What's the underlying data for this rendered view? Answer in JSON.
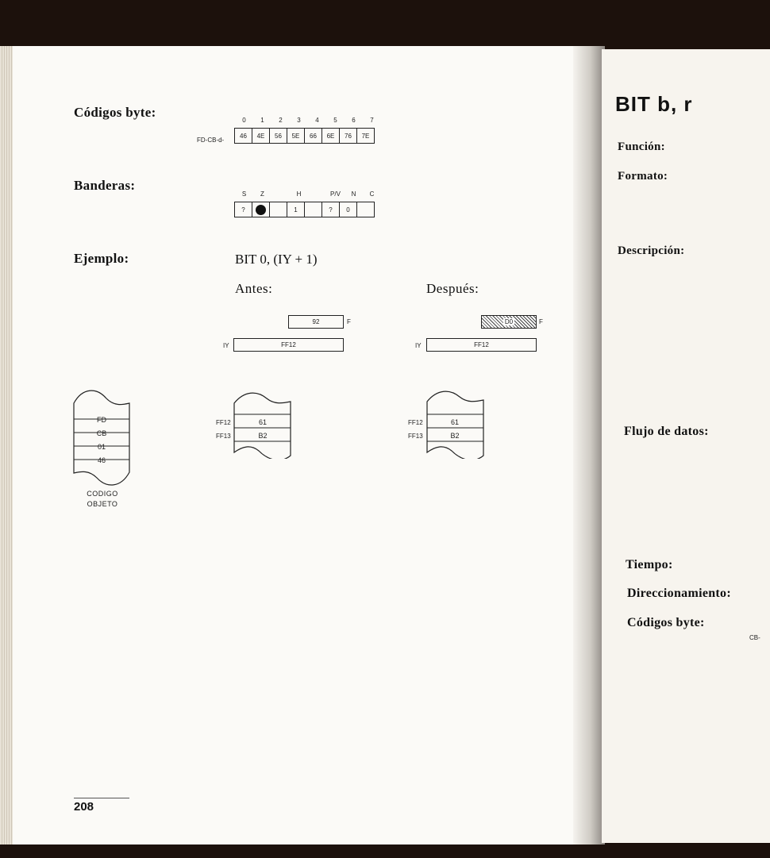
{
  "left_page": {
    "codigos_label": "Códigos byte:",
    "banderas_label": "Banderas:",
    "ejemplo_label": "Ejemplo:",
    "prefix": "FD-CB-d-",
    "byte_columns": [
      "0",
      "1",
      "2",
      "3",
      "4",
      "5",
      "6",
      "7"
    ],
    "byte_codes": [
      "46",
      "4E",
      "56",
      "5E",
      "66",
      "6E",
      "76",
      "7E"
    ],
    "flag_names": [
      "S",
      "Z",
      "",
      "H",
      "",
      "P/V",
      "N",
      "C"
    ],
    "flag_values": [
      "?",
      "",
      "",
      "1",
      "",
      "?",
      "0",
      ""
    ],
    "instruction": "BIT 0, (IY + 1)",
    "antes_label": "Antes:",
    "despues_label": "Después:",
    "before": {
      "f_value": "92",
      "f_label": "F",
      "iy_label": "IY",
      "iy_value": "FF12"
    },
    "after": {
      "f_value": "D0",
      "f_label": "F",
      "iy_label": "IY",
      "iy_value": "FF12"
    },
    "object_code": [
      "FD",
      "CB",
      "01",
      "46"
    ],
    "object_code_caption_1": "CODIGO",
    "object_code_caption_2": "OBJETO",
    "mem_before": {
      "addresses": [
        "FF12",
        "FF13"
      ],
      "values": [
        "61",
        "B2"
      ]
    },
    "mem_after": {
      "addresses": [
        "FF12",
        "FF13"
      ],
      "values": [
        "61",
        "B2"
      ]
    },
    "page_number": "208"
  },
  "right_page": {
    "title": "BIT b, r",
    "funcion_label": "Función:",
    "formato_label": "Formato:",
    "descripcion_label": "Descripción:",
    "flujo_label": "Flujo de datos:",
    "tiempo_label": "Tiempo:",
    "direccionamiento_label": "Direccionamiento:",
    "codigos_label": "Códigos byte:",
    "cb_prefix": "CB-"
  }
}
